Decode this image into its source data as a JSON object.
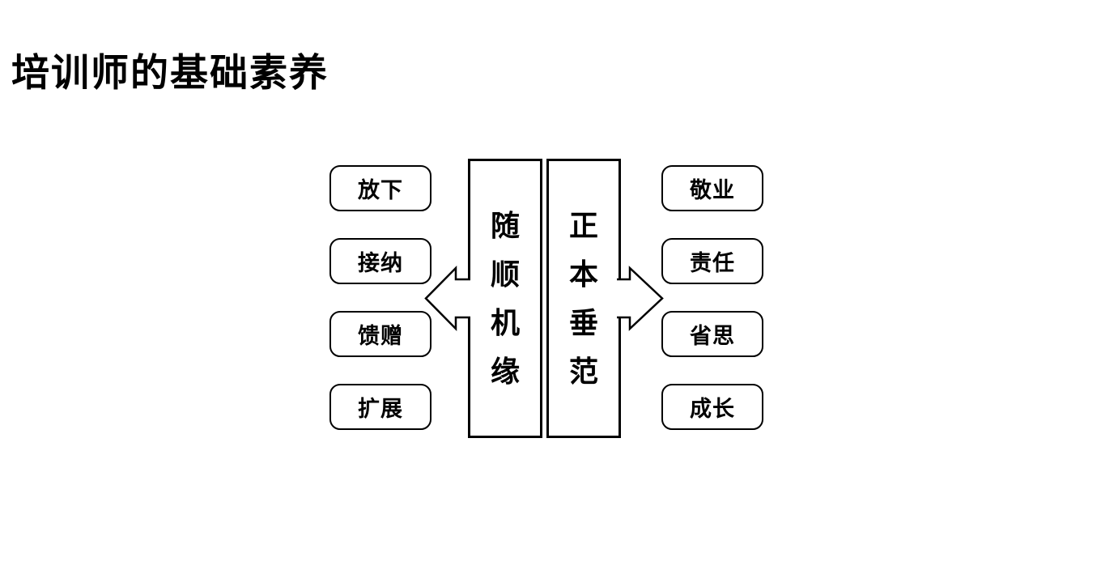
{
  "slide": {
    "title": "培训师的基础素养",
    "background_color": "#ffffff"
  },
  "diagram": {
    "outline_color": "#000000",
    "fill_color": "#ffffff",
    "text_color": "#000000",
    "center_columns": [
      {
        "label": "随顺机缘",
        "side": "left"
      },
      {
        "label": "正本垂范",
        "side": "right"
      }
    ],
    "left_items": [
      {
        "label": "放下"
      },
      {
        "label": "接纳"
      },
      {
        "label": "馈赠"
      },
      {
        "label": "扩展"
      }
    ],
    "right_items": [
      {
        "label": "敬业"
      },
      {
        "label": "责任"
      },
      {
        "label": "省思"
      },
      {
        "label": "成长"
      }
    ],
    "arrows": [
      {
        "direction": "left"
      },
      {
        "direction": "right"
      }
    ]
  }
}
